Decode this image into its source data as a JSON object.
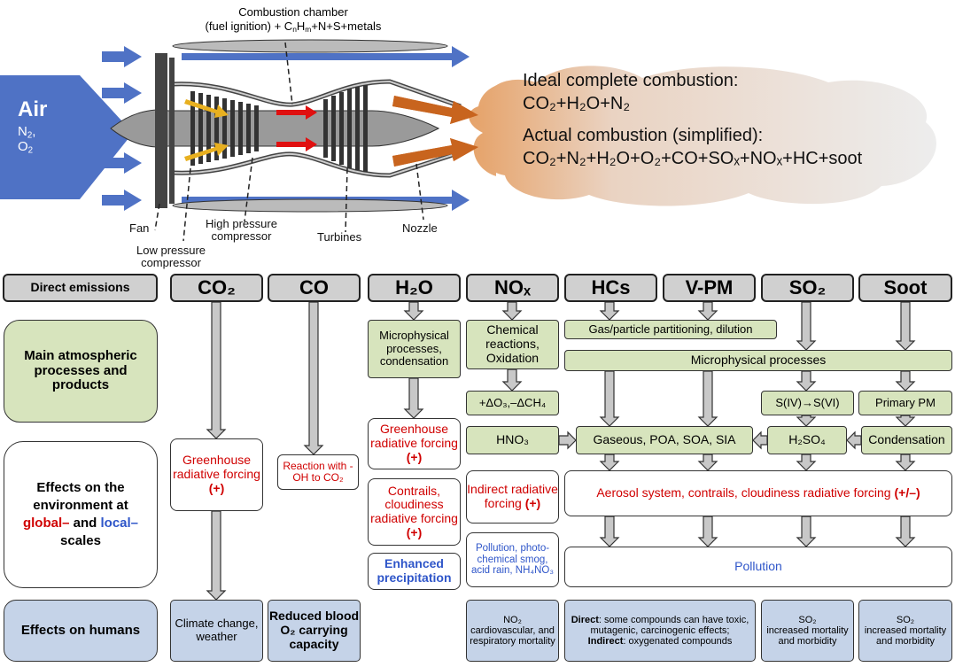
{
  "engine": {
    "air_label": "Air",
    "air_gas1": "N",
    "air_gas1_sub": "2",
    "air_gas1_tail": ",",
    "air_gas2": "O",
    "air_gas2_sub": "2",
    "combustion_line1": "Combustion chamber",
    "combustion_line2_a": "(fuel ignition) + C",
    "combustion_line2_sub_n": "n",
    "combustion_line2_b": "H",
    "combustion_line2_sub_m": "m",
    "combustion_line2_c": "+N+S+metals",
    "fan": "Fan",
    "hpc_line1": "High pressure",
    "hpc_line2": "compressor",
    "turbines": "Turbines",
    "nozzle": "Nozzle",
    "lpc_line1": "Low pressure",
    "lpc_line2": "compressor"
  },
  "combustion": {
    "ideal_title": "Ideal complete combustion:",
    "ideal_formula": "CO₂+H₂O+N₂",
    "actual_title": "Actual combustion (simplified):",
    "actual_formula": "CO₂+N₂+H₂O+O₂+CO+SOₓ+NOₓ+HC+soot"
  },
  "rows": {
    "direct": "Direct emissions",
    "atmos": "Main atmospheric processes and products",
    "env_a": "Effects on the environment at",
    "env_global": "global–",
    "env_and": "and",
    "env_local": "local–",
    "env_scales": "scales",
    "humans": "Effects on humans"
  },
  "emissions": {
    "co2": "CO₂",
    "co": "CO",
    "h2o": "H₂O",
    "nox": "NOₓ",
    "hcs": "HCs",
    "vpm": "V-PM",
    "so2": "SO₂",
    "soot": "Soot"
  },
  "process": {
    "micro_cond": "Microphysical processes, condensation",
    "chem": "Chemical reactions, Oxidation",
    "gas_particle": "Gas/particle partitioning, dilution",
    "micro": "Microphysical processes",
    "do3": "+ΔO₃,–ΔCH₄",
    "siv": "S(IV)→S(VI)",
    "primary_pm": "Primary PM",
    "hno3": "HNO₃",
    "gaseous": "Gaseous, POA, SOA, SIA",
    "h2so4": "H₂SO₄",
    "condensation": "Condensation"
  },
  "env": {
    "ghg_co2_a": "Greenhouse radiative forcing ",
    "ghg_co2_b": "(+)",
    "reaction_oh": "Reaction with -OH to CO₂",
    "ghg_h2o_a": "Greenhouse radiative forcing ",
    "ghg_h2o_b": "(+)",
    "contrails_a": "Contrails, cloudiness radiative forcing ",
    "contrails_b": "(+)",
    "indirect_a": "Indirect radiative forcing ",
    "indirect_b": "(+)",
    "aerosol_a": "Aerosol system, contrails, cloudiness radiative forcing ",
    "aerosol_b": "(+/–)",
    "precip": "Enhanced precipitation",
    "pollution_nox": "Pollution, photo-chemical smog, acid rain, NH₄NO₃",
    "pollution": "Pollution"
  },
  "humans": {
    "climate": "Climate change, weather",
    "blood": "Reduced blood O₂ carrying capacity",
    "no2_title": "NO₂",
    "no2_text": "cardiovascular, and respiratory mortality",
    "direct_b1": "Direct",
    "direct_t1": ": some compounds can have toxic, mutagenic, carcinogenic effects; ",
    "direct_b2": "Indirect",
    "direct_t2": ": oxygenated compounds",
    "so2_title": "SO₂",
    "so2_text": "increased mortality and morbidity",
    "soot_title": "SO₂",
    "soot_text": "increased mortality and morbidity"
  },
  "colors": {
    "blue_arrow": "#4a6fc9",
    "orange_arrow": "#c8641e",
    "red_arrow": "#e01010",
    "yellow_arrow": "#e8b020",
    "red_text": "#d00000",
    "blue_text": "#2f56c9"
  }
}
